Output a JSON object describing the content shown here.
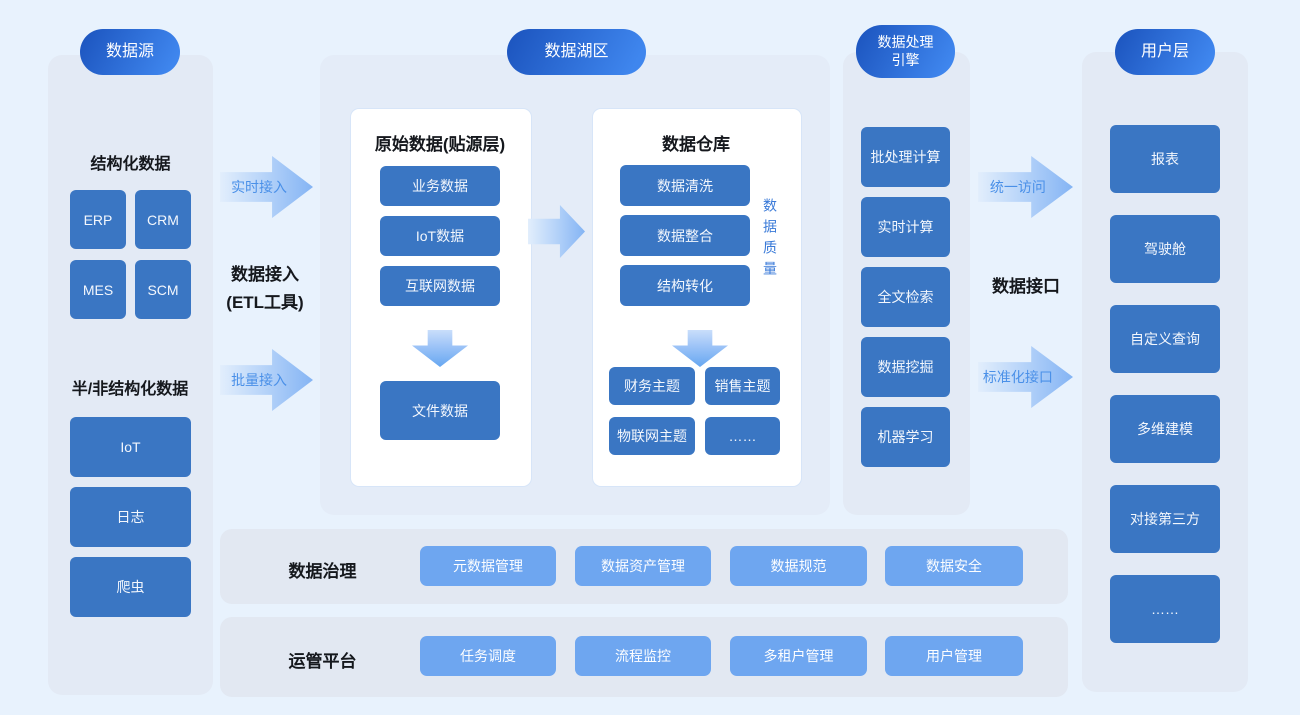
{
  "source": {
    "pill": "数据源",
    "structured": {
      "heading": "结构化数据",
      "items": [
        "ERP",
        "CRM",
        "MES",
        "SCM"
      ]
    },
    "unstructured": {
      "heading": "半/非结构化数据",
      "items": [
        "IoT",
        "日志",
        "爬虫"
      ]
    }
  },
  "ingest": {
    "arrow_top": "实时接入",
    "label_line1": "数据接入",
    "label_line2": "(ETL工具)",
    "arrow_bottom": "批量接入"
  },
  "lake": {
    "pill": "数据湖区",
    "raw_card": {
      "title": "原始数据(贴源层)",
      "items": [
        "业务数据",
        "IoT数据",
        "互联网数据"
      ],
      "file_item": "文件数据"
    },
    "warehouse_card": {
      "title": "数据仓库",
      "items": [
        "数据清洗",
        "数据整合",
        "结构转化"
      ],
      "themes": [
        "财务主题",
        "销售主题",
        "物联网主题",
        "……"
      ],
      "side_label": "数据质量"
    }
  },
  "engine": {
    "pill_line1": "数据处理",
    "pill_line2": "引擎",
    "items": [
      "批处理计算",
      "实时计算",
      "全文检索",
      "数据挖掘",
      "机器学习"
    ]
  },
  "interface": {
    "arrow_top": "统一访问",
    "label": "数据接口",
    "arrow_bottom": "标准化接口"
  },
  "user": {
    "pill": "用户层",
    "items": [
      "报表",
      "驾驶舱",
      "自定义查询",
      "多维建模",
      "对接第三方",
      "……"
    ]
  },
  "governance": {
    "label": "数据治理",
    "items": [
      "元数据管理",
      "数据资产管理",
      "数据规范",
      "数据安全"
    ]
  },
  "operations": {
    "label": "运管平台",
    "items": [
      "任务调度",
      "流程监控",
      "多租户管理",
      "用户管理"
    ]
  },
  "colors": {
    "page_bg": "#e8f2fd",
    "panel_bg": "#e3eaf5",
    "box_dark": "#3a76c3",
    "btn_light": "#6ea6f0",
    "pill_start": "#1b53bd",
    "pill_end": "#3f86ee",
    "arrow_text": "#4a90e8",
    "quality_text": "#3a7ad8"
  }
}
